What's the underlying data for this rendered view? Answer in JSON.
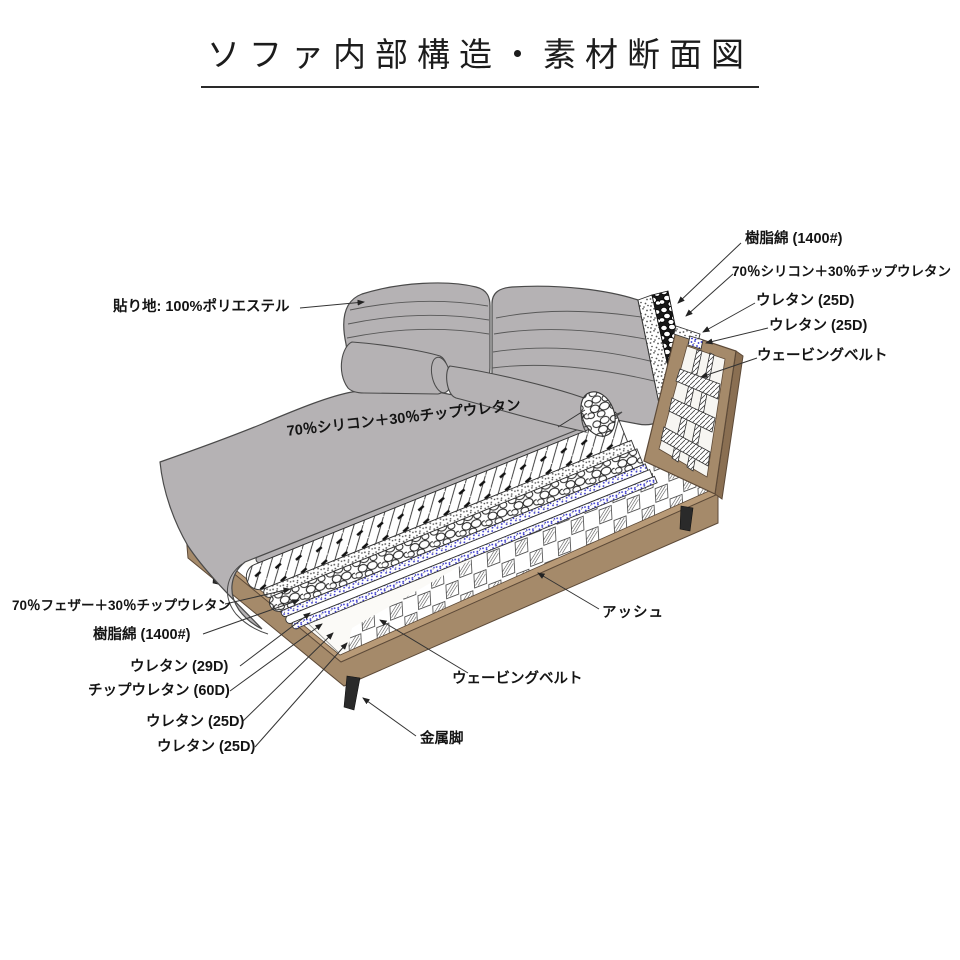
{
  "title": "ソファ内部構造・素材断面図",
  "colors": {
    "fabric_gray": "#b5b2b4",
    "wood": "#a58a6a",
    "wood_light": "#b89a77",
    "wood_edge": "#5d4a38",
    "leg_black": "#2a2a2a",
    "stipple_blue": "#2929c8",
    "line": "#3a3a3a"
  },
  "labels": {
    "resin_cotton_top": "樹脂綿  (1400#)",
    "silicon_chip_top": "70％シリコン＋30％チップウレタン",
    "urethane25_a": "ウレタン (25D)",
    "urethane25_b": "ウレタン (25D)",
    "webbing_belt_top": "ウェービングベルト",
    "fabric": "貼り地: 100%ポリエステル",
    "silicon_chip_mid": "70％シリコン＋30％チップウレタン",
    "feather_chip": "70％フェザー＋30％チップウレタン",
    "resin_cotton_bottom": "樹脂綿  (1400#)",
    "urethane29": "ウレタン (29D)",
    "chip_urethane60": "チップウレタン (60D)",
    "urethane25_c": "ウレタン (25D)",
    "urethane25_d": "ウレタン (25D)",
    "webbing_belt_bottom": "ウェービングベルト",
    "ash": "アッシュ",
    "metal_leg": "金属脚"
  }
}
